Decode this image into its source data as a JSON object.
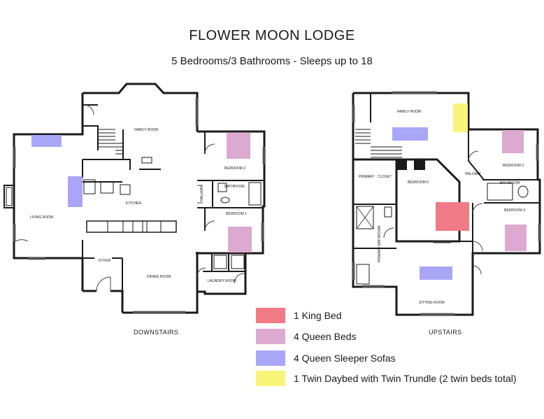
{
  "header": {
    "title": "FLOWER MOON LODGE",
    "subtitle": "5 Bedrooms/3 Bathrooms - Sleeps up to 18"
  },
  "downstairs": {
    "caption": "DOWNSTAIRS",
    "rooms": {
      "family_room": "FAMILY ROOM",
      "living_room": "LIVING ROOM",
      "kitchen": "KITCHEN",
      "foyer": "FOYER",
      "dining_room": "DINING ROOM",
      "bedroom_2": "BEDROOM 2",
      "bathroom": "BATHROOM",
      "hallway": "HALLWAY",
      "bedroom_1": "BEDROOM 1",
      "laundry_room": "LAUNDRY ROOM"
    }
  },
  "upstairs": {
    "caption": "UPSTAIRS",
    "rooms": {
      "family_room": "FAMILY ROOM",
      "primary": "PRIMARY",
      "closet": "CLOSET",
      "bedroom_5": "BEDROOM 5",
      "hallway": "HALLWAY",
      "bedroom_3": "BEDROOM 3",
      "bathroom": "BATHROOM",
      "bedroom_4": "BEDROOM 4",
      "primary_bathroom": "PRIMARY BATHROOM",
      "sitting_room": "SITTING ROOM"
    }
  },
  "legend": [
    {
      "label": "1 King Bed",
      "color": "#f07a85"
    },
    {
      "label": "4 Queen Beds",
      "color": "#dcaad0"
    },
    {
      "label": "4 Queen Sleeper Sofas",
      "color": "#a9a6f7"
    },
    {
      "label": "1 Twin Daybed with Twin Trundle (2 twin beds total)",
      "color": "#f8f57a"
    }
  ],
  "colors": {
    "wall": "#1a1a1a",
    "king": "#f07a85",
    "queen": "#dcaad0",
    "sofa": "#a9a6f7",
    "twin": "#f8f57a"
  }
}
